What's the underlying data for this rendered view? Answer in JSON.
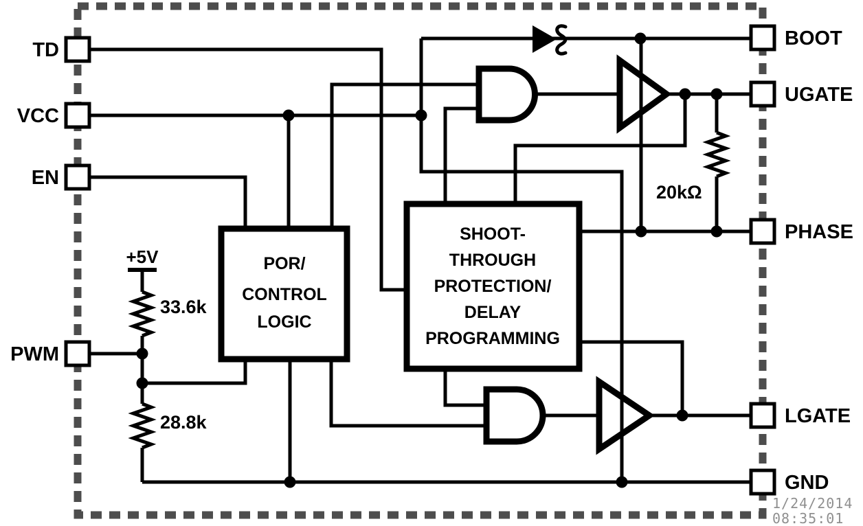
{
  "pins": {
    "left": [
      {
        "label": "TD"
      },
      {
        "label": "VCC"
      },
      {
        "label": "EN"
      },
      {
        "label": "PWM"
      }
    ],
    "right": [
      {
        "label": "BOOT"
      },
      {
        "label": "UGATE"
      },
      {
        "label": "PHASE"
      },
      {
        "label": "LGATE"
      },
      {
        "label": "GND"
      }
    ]
  },
  "blocks": {
    "por": {
      "lines": [
        "POR/",
        "CONTROL",
        "LOGIC"
      ]
    },
    "shoot": {
      "lines": [
        "SHOOT-",
        "THROUGH",
        "PROTECTION/",
        "DELAY",
        "PROGRAMMING"
      ]
    }
  },
  "components": {
    "supply_label": "+5V",
    "divider_top_resistor": "33.6k",
    "divider_bottom_resistor": "28.8k",
    "ugate_phase_resistor": "20kΩ"
  },
  "timestamp": {
    "date": "1/24/2014",
    "time": "08:35:01"
  },
  "colors": {
    "line": "#000000",
    "chip_border": "#4d4d4d",
    "timestamp": "#8f8f8f",
    "background": "#ffffff"
  }
}
